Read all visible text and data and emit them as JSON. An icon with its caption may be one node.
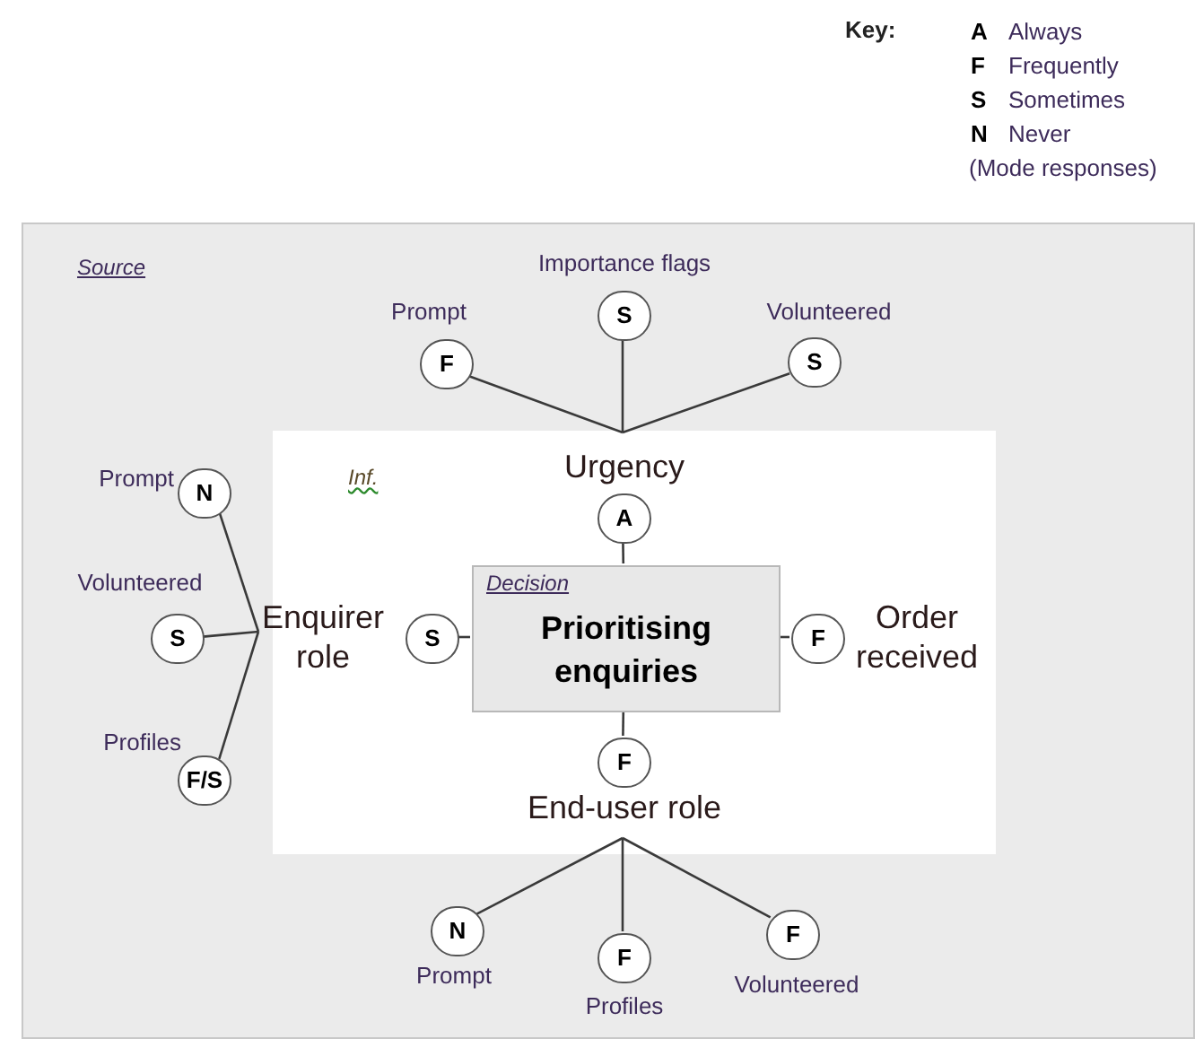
{
  "diagram": {
    "nodes": [
      {
        "text": [
          "Source"
        ]
      },
      {
        "text": [
          "Inf."
        ],
        "in": 0
      },
      {
        "text": [
          "F"
        ],
        "in": 0,
        "beside": [
          "Prompt"
        ]
      },
      {
        "text": [
          "S"
        ],
        "in": 0,
        "beside": [
          "Importance flags"
        ]
      },
      {
        "text": [
          "S"
        ],
        "in": 0,
        "beside": [
          "Volunteered"
        ]
      },
      {
        "text": [
          "Urgency"
        ],
        "in": 1
      },
      {
        "text": [
          "A"
        ],
        "in": 1
      },
      {
        "text": [
          "N"
        ],
        "in": 0,
        "beside": [
          "Prompt"
        ]
      },
      {
        "text": [
          "S"
        ],
        "in": 0,
        "beside": [
          "Volunteered"
        ]
      },
      {
        "text": [
          "F/S"
        ],
        "in": 0,
        "beside": [
          "Profiles"
        ]
      },
      {
        "text": [
          "Enquirer role"
        ],
        "in": 1
      },
      {
        "text": [
          "S"
        ],
        "in": 1
      },
      {
        "text": [
          "Decision",
          "Prioritising enquiries"
        ],
        "in": 1
      },
      {
        "text": [
          "F"
        ],
        "in": 1
      },
      {
        "text": [
          "Order received"
        ],
        "in": 1
      },
      {
        "text": [
          "F"
        ],
        "in": 1
      },
      {
        "text": [
          "End-user role"
        ],
        "in": 1
      },
      {
        "text": [
          "N"
        ],
        "in": 0,
        "beside": [
          "Prompt"
        ]
      },
      {
        "text": [
          "F"
        ],
        "in": 0,
        "beside": [
          "Profiles"
        ]
      },
      {
        "text": [
          "F"
        ],
        "in": 0,
        "beside": [
          "Volunteered"
        ]
      }
    ],
    "edges": [
      {
        "from": 2,
        "to": 5,
        "arrow": "none"
      },
      {
        "from": 3,
        "to": 5,
        "arrow": "none"
      },
      {
        "from": 4,
        "to": 5,
        "arrow": "none"
      },
      {
        "from": 6,
        "to": 12,
        "arrow": "none"
      },
      {
        "from": 7,
        "to": 10,
        "arrow": "none"
      },
      {
        "from": 8,
        "to": 10,
        "arrow": "none"
      },
      {
        "from": 9,
        "to": 10,
        "arrow": "none"
      },
      {
        "from": 11,
        "to": 12,
        "arrow": "none"
      },
      {
        "from": 13,
        "to": 12,
        "arrow": "none"
      },
      {
        "from": 12,
        "to": 15,
        "arrow": "none"
      },
      {
        "from": 17,
        "to": 16,
        "arrow": "none"
      },
      {
        "from": 18,
        "to": 16,
        "arrow": "none"
      },
      {
        "from": 19,
        "to": 16,
        "arrow": "none"
      }
    ],
    "labels": [
      "Key:",
      "A",
      "Always",
      "F",
      "Frequently",
      "S",
      "Sometimes",
      "N",
      "Never",
      "(Mode responses)"
    ]
  }
}
